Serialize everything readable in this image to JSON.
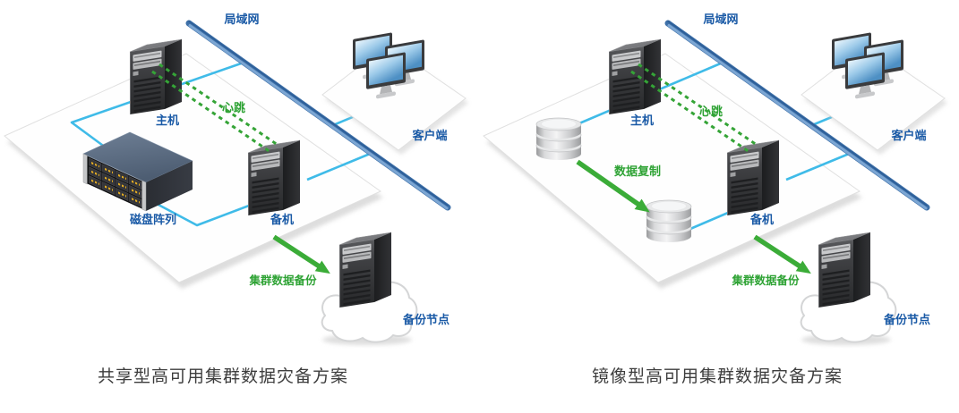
{
  "colors": {
    "label_blue": "#1A5AA6",
    "label_green": "#2FA335",
    "lan_blue": "#3E70A8",
    "lan_highlight": "#7CA6D3",
    "network_cyan": "#3FBBE8",
    "arrow_green": "#3BAC38",
    "caption_gray": "#3D3D3D"
  },
  "diagrams": [
    {
      "id": "shared",
      "caption": "共享型高可用集群数据灾备方案",
      "labels": {
        "lan": "局域网",
        "host": "主机",
        "heartbeat": "心跳",
        "standby": "备机",
        "client": "客户端",
        "storage_array": "磁盘阵列",
        "cluster_backup": "集群数据备份",
        "backup_node": "备份节点"
      }
    },
    {
      "id": "mirror",
      "caption": "镜像型高可用集群数据灾备方案",
      "labels": {
        "lan": "局域网",
        "host": "主机",
        "heartbeat": "心跳",
        "standby": "备机",
        "client": "客户端",
        "data_replication": "数据复制",
        "cluster_backup": "集群数据备份",
        "backup_node": "备份节点"
      }
    }
  ]
}
